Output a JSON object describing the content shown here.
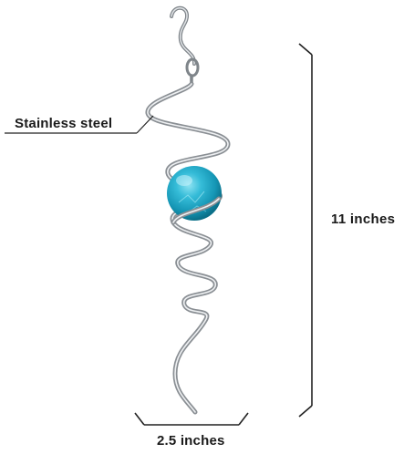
{
  "product": {
    "description_icon": "spiral-wind-spinner-with-teal-glass-ball",
    "ball_color": "#2bb6d3",
    "metal_color": "#c4c8cc"
  },
  "annotations": {
    "material_label": "Stainless steel",
    "height_label": "11 inches",
    "width_label": "2.5 inches"
  },
  "colors": {
    "text": "#1a1a1a",
    "dimension_lines": "#222222",
    "background": "#ffffff"
  }
}
